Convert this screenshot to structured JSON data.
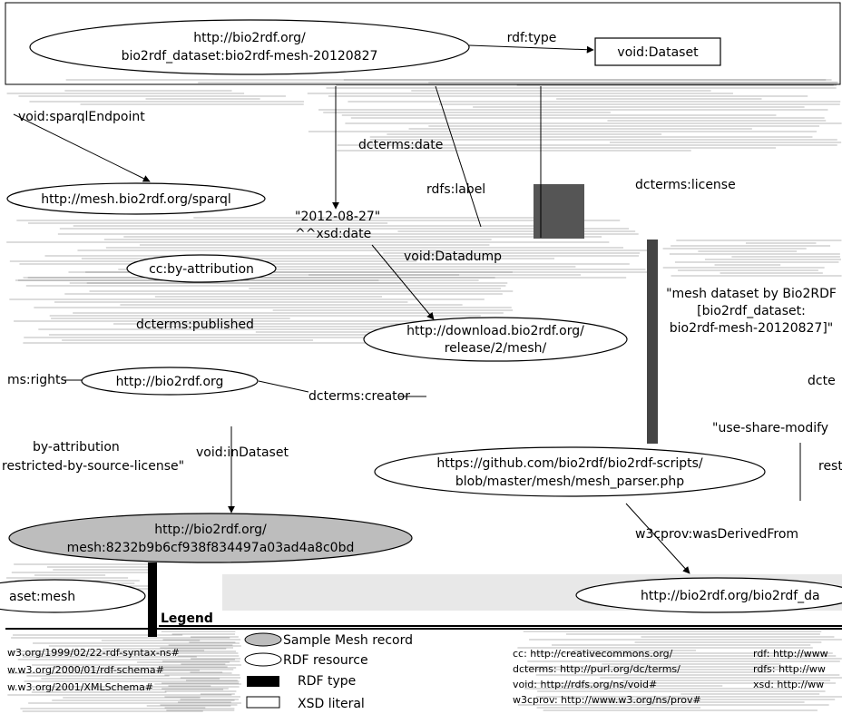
{
  "nodes": {
    "dataset": [
      "http://bio2rdf.org/",
      "bio2rdf_dataset:bio2rdf-mesh-20120827"
    ],
    "void_dataset": "void:Dataset",
    "sparql_note": "void:sparqlEndpoint",
    "sparql": "http://mesh.bio2rdf.org/sparql",
    "date_literal": [
      "\"2012-08-27\"",
      "^^xsd:date"
    ],
    "cc": "cc:by-attribution",
    "download": [
      "http://download.bio2rdf.org/",
      "release/2/mesh/"
    ],
    "bio2rdf": "http://bio2rdf.org",
    "github": [
      "https://github.com/bio2rdf/bio2rdf-scripts/",
      "blob/master/mesh/mesh_parser.php"
    ],
    "record": [
      "http://bio2rdf.org/",
      "mesh:8232b9b6cf938f834497a03ad4a8c0bd"
    ],
    "label_literal": [
      "\"mesh dataset by Bio2RDF",
      "[bio2rdf_dataset:",
      "bio2rdf-mesh-20120827]\""
    ],
    "use_share": "\"use-share-modify",
    "restricted": "restricted-by-source-license\"",
    "by_attr": "by-attribution",
    "rest": "rest",
    "left_ns": "aset:mesh",
    "right_ns": "http://bio2rdf.org/bio2rdf_da"
  },
  "edges": {
    "rdf_type": "rdf:type",
    "date": "dcterms:date",
    "label": "rdfs:label",
    "license": "dcterms:license",
    "datadump": "void:Datadump",
    "published": "dcterms:published",
    "rights": "ms:rights",
    "creator": "dcterms:creator",
    "in_dataset": "void:inDataset",
    "derived": "w3cprov:wasDerivedFrom",
    "dcte": "dcte"
  },
  "legend": {
    "title": "Legend",
    "items": [
      "Sample Mesh record",
      "RDF resource",
      "RDF type",
      "XSD literal"
    ],
    "ns_left": [
      "w3.org/1999/02/22-rdf-syntax-ns#",
      "w.w3.org/2000/01/rdf-schema#",
      "w.w3.org/2001/XMLSchema#"
    ],
    "ns_mid": [
      "cc: http://creativecommons.org/",
      "dcterms: http://purl.org/dc/terms/",
      "void: http://rdfs.org/ns/void#",
      "w3cprov: http://www.w3.org/ns/prov#"
    ],
    "ns_right": [
      "rdf: http://www",
      "rdfs: http://ww",
      "xsd: http://ww"
    ]
  }
}
